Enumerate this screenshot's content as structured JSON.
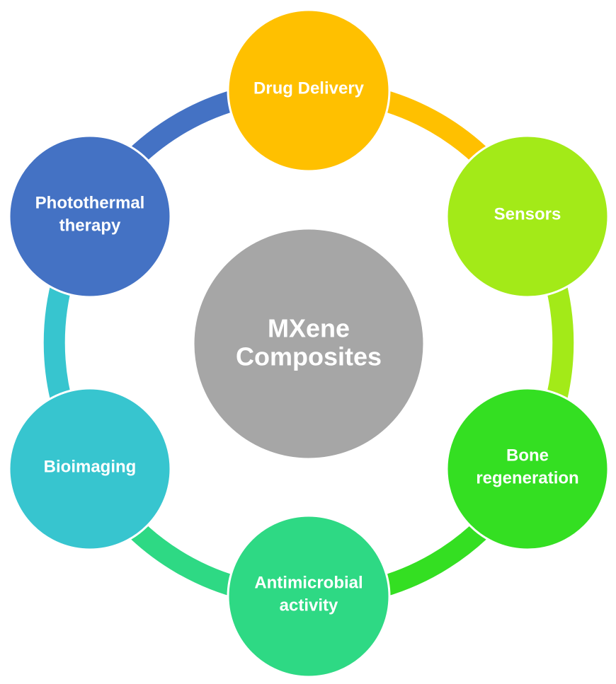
{
  "center": {
    "lines": [
      "MXene",
      "Composites"
    ],
    "color": "#a6a6a6"
  },
  "nodes": [
    {
      "id": "drug-delivery",
      "lines": [
        "Drug Delivery"
      ],
      "color": "#ffc000"
    },
    {
      "id": "sensors",
      "lines": [
        "Sensors"
      ],
      "color": "#a3ea18"
    },
    {
      "id": "bone-regeneration",
      "lines": [
        "Bone",
        "regeneration"
      ],
      "color": "#34df22"
    },
    {
      "id": "antimicrobial-activity",
      "lines": [
        "Antimicrobial",
        "activity"
      ],
      "color": "#2ed984"
    },
    {
      "id": "bioimaging",
      "lines": [
        "Bioimaging"
      ],
      "color": "#37c5cf"
    },
    {
      "id": "photothermal-therapy",
      "lines": [
        "Photothermal",
        "therapy"
      ],
      "color": "#4472c4"
    }
  ]
}
